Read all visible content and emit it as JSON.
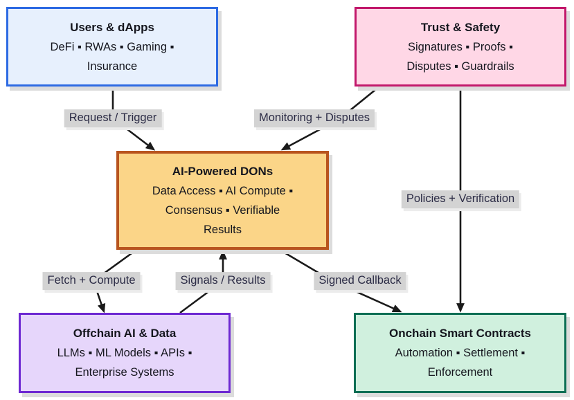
{
  "diagram_type": "flowchart",
  "nodes": {
    "users": {
      "title": "Users & dApps",
      "body": [
        "DeFi ▪ RWAs ▪ Gaming ▪",
        "Insurance"
      ],
      "fill": "#e7f0fd",
      "border": "#2d6ae3"
    },
    "trust": {
      "title": "Trust & Safety",
      "body": [
        "Signatures ▪ Proofs ▪",
        "Disputes ▪ Guardrails"
      ],
      "fill": "#ffd7e6",
      "border": "#c2186b"
    },
    "dons": {
      "title": "AI-Powered DONs",
      "body": [
        "Data Access ▪ AI Compute ▪",
        "Consensus ▪ Verifiable",
        "Results"
      ],
      "fill": "#fbd588",
      "border": "#b8541e"
    },
    "offchain": {
      "title": "Offchain AI & Data",
      "body": [
        "LLMs ▪ ML Models ▪ APIs ▪",
        "Enterprise Systems"
      ],
      "fill": "#e6d6fb",
      "border": "#6d28d2"
    },
    "onchain": {
      "title": "Onchain Smart Contracts",
      "body": [
        "Automation ▪ Settlement ▪",
        "Enforcement"
      ],
      "fill": "#d0f0de",
      "border": "#0b6e54"
    }
  },
  "edges": {
    "request": {
      "label": "Request / Trigger",
      "from": "users",
      "to": "dons"
    },
    "monitoring": {
      "label": "Monitoring + Disputes",
      "from": "trust",
      "to": "dons"
    },
    "policies": {
      "label": "Policies + Verification",
      "from": "trust",
      "to": "onchain"
    },
    "fetch": {
      "label": "Fetch + Compute",
      "from": "dons",
      "to": "offchain"
    },
    "signals": {
      "label": "Signals / Results",
      "from": "offchain",
      "to": "dons"
    },
    "signed": {
      "label": "Signed Callback",
      "from": "dons",
      "to": "onchain"
    }
  },
  "colors": {
    "background": "#ffffff",
    "edge_label_bg": "#d3d3d3",
    "edge_label_text": "#2b2b45",
    "node_text": "#15161e",
    "arrow": "#1a1a1a",
    "shadow": "#dcdcdc"
  }
}
